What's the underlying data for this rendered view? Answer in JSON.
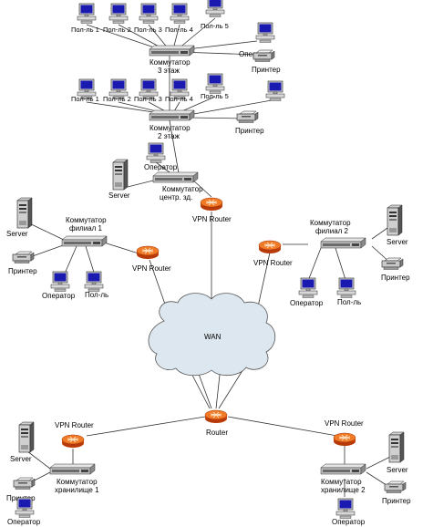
{
  "floor3": {
    "pcs": [
      "Пол-ль 1",
      "Пол-ль 2",
      "Пол-ль 3",
      "Пол-ль 4",
      "Пол-ль 5"
    ],
    "switch_line1": "Коммутатор",
    "switch_line2": "3 этаж",
    "operator": "Оператор",
    "printer": "Принтер"
  },
  "floor2": {
    "pcs": [
      "Пол-ль 1",
      "Пол-ль 2",
      "Пол-ль 3",
      "Пол-ль 4",
      "Пол-ль 5"
    ],
    "switch_line1": "Коммутатор",
    "switch_line2": "2 этаж",
    "printer": "Принтер"
  },
  "central": {
    "operator": "Оператор",
    "server": "Server",
    "switch_line1": "Коммутатор",
    "switch_line2": "центр. зд.",
    "router": "VPN Router"
  },
  "branch1": {
    "switch_line1": "Коммутатор",
    "switch_line2": "филиал 1",
    "server": "Server",
    "printer": "Принтер",
    "operator": "Оператор",
    "user": "Пол-ль",
    "router": "VPN Router"
  },
  "branch2": {
    "switch_line1": "Коммутатор",
    "switch_line2": "филиал 2",
    "server": "Server",
    "printer": "Принтер",
    "operator": "Оператор",
    "user": "Пол-ль",
    "router": "VPN Router"
  },
  "wan": {
    "label": "WAN"
  },
  "core": {
    "router": "Router"
  },
  "storage1": {
    "router": "VPN Router",
    "server": "Server",
    "printer": "Принтер",
    "switch_line1": "Коммутатор",
    "switch_line2": "хранилище 1",
    "operator": "Оператор"
  },
  "storage2": {
    "router": "VPN Router",
    "server": "Server",
    "printer": "Принтер",
    "switch_line1": "Коммутатор",
    "switch_line2": "хранилище 2",
    "operator": "Оператор"
  }
}
